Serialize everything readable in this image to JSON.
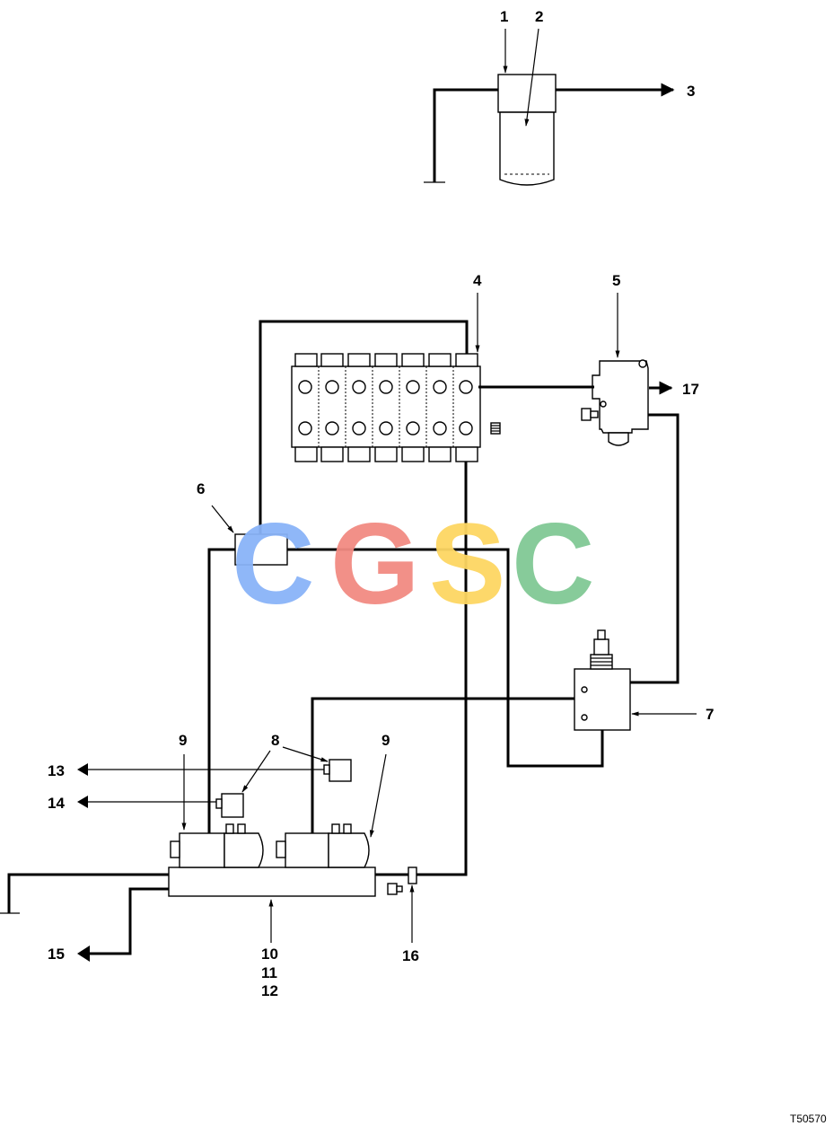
{
  "callouts": {
    "c1": "1",
    "c2": "2",
    "c3": "3",
    "c4": "4",
    "c5": "5",
    "c6": "6",
    "c7": "7",
    "c8": "8",
    "c9a": "9",
    "c9b": "9",
    "c10": "10",
    "c11": "11",
    "c12": "12",
    "c13": "13",
    "c14": "14",
    "c15": "15",
    "c16": "16",
    "c17": "17"
  },
  "figure_id": "T50570",
  "watermark": {
    "letters": [
      "C",
      "G",
      "S",
      "C"
    ],
    "colors": [
      "#8ab4f8",
      "#f28b82",
      "#fdd663",
      "#81c995"
    ]
  },
  "colors": {
    "ink": "#000000",
    "paper": "#ffffff"
  }
}
